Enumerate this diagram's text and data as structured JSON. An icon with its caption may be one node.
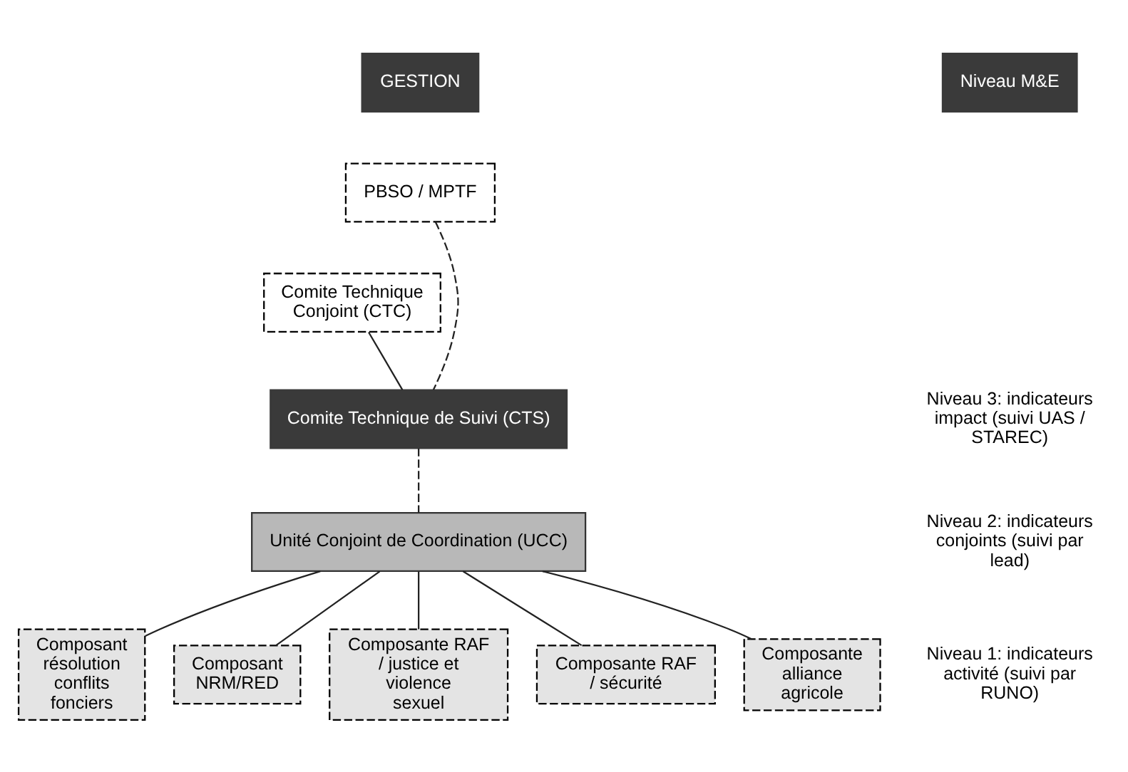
{
  "diagram": {
    "nodes": [
      {
        "text": [
          "GESTION"
        ]
      },
      {
        "text": [
          "Niveau M&E"
        ]
      },
      {
        "text": [
          "PBSO / MPTF"
        ]
      },
      {
        "text": [
          "Comite Technique Conjoint (CTC)"
        ]
      },
      {
        "text": [
          "Comite Technique de Suivi (CTS)"
        ]
      },
      {
        "text": [
          "Unité Conjoint de Coordination (UCC)"
        ]
      },
      {
        "text": [
          "Composant résolution conflits fonciers"
        ]
      },
      {
        "text": [
          "Composant NRM/RED"
        ]
      },
      {
        "text": [
          "Composante RAF / justice et violence sexuel"
        ]
      },
      {
        "text": [
          "Composante RAF / sécurité"
        ]
      },
      {
        "text": [
          "Composante alliance agricole"
        ]
      }
    ],
    "edges": [
      {
        "from": 2,
        "to": 4,
        "arrow": "none",
        "style": "dashed"
      },
      {
        "from": 3,
        "to": 4,
        "arrow": "none"
      },
      {
        "from": 4,
        "to": 5,
        "arrow": "none",
        "style": "dashed"
      },
      {
        "from": 5,
        "to": 6,
        "arrow": "none"
      },
      {
        "from": 5,
        "to": 7,
        "arrow": "none"
      },
      {
        "from": 5,
        "to": 8,
        "arrow": "none"
      },
      {
        "from": 5,
        "to": 9,
        "arrow": "none"
      },
      {
        "from": 5,
        "to": 10,
        "arrow": "none"
      }
    ],
    "labels": [
      "Niveau 3: indicateurs impact (suivi UAS / STAREC)",
      "Niveau 2: indicateurs conjoints (suivi par lead)",
      "Niveau 1: indicateurs activité (suivi par RUNO)"
    ]
  }
}
